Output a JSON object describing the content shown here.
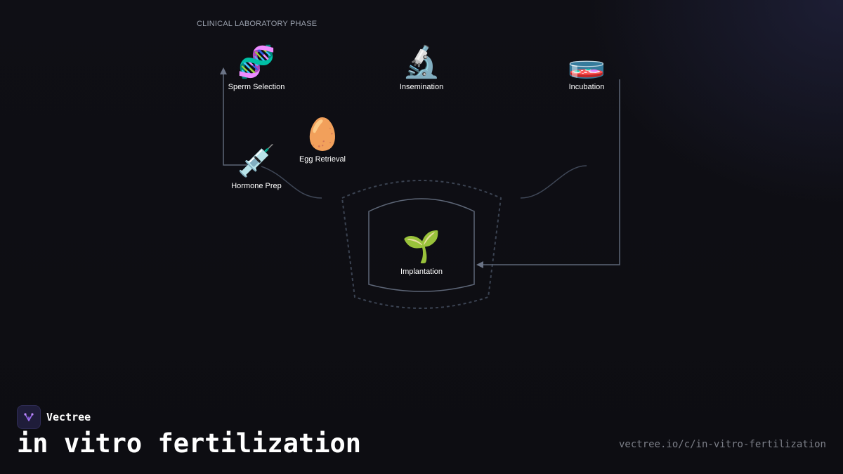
{
  "diagram": {
    "phase_label": "CLINICAL LABORATORY PHASE",
    "nodes": {
      "sperm_selection": {
        "icon": "🧬",
        "icon_name": "dna-icon",
        "label": "Sperm Selection"
      },
      "insemination": {
        "icon": "🔬",
        "icon_name": "microscope-icon",
        "label": "Insemination"
      },
      "incubation": {
        "icon": "🧫",
        "icon_name": "petri-dish-icon",
        "label": "Incubation"
      },
      "egg_retrieval": {
        "icon": "🥚",
        "icon_name": "egg-icon",
        "label": "Egg Retrieval"
      },
      "hormone_prep": {
        "icon": "💉",
        "icon_name": "syringe-icon",
        "label": "Hormone Prep"
      },
      "implantation": {
        "icon": "🌱",
        "icon_name": "seedling-icon",
        "label": "Implantation"
      }
    },
    "colors": {
      "connector": "#5d6677",
      "dashed_outline": "#3b4352",
      "background": "#0e0e13"
    }
  },
  "footer": {
    "brand_name": "Vectree",
    "title": "in vitro fertilization",
    "url": "vectree.io/c/in-vitro-fertilization"
  }
}
